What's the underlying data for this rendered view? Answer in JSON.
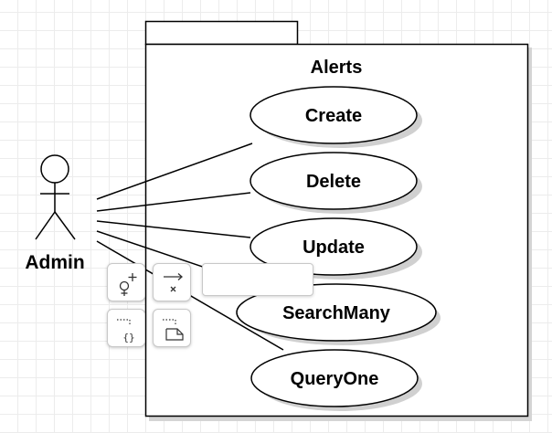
{
  "package": {
    "title": "Alerts"
  },
  "actor": {
    "name": "Admin"
  },
  "use_cases": [
    {
      "label": "Create"
    },
    {
      "label": "Delete"
    },
    {
      "label": "Update"
    },
    {
      "label": "SearchMany"
    },
    {
      "label": "QueryOne"
    }
  ],
  "toolbar": {
    "buttons": [
      {
        "icon": "add-actor-icon"
      },
      {
        "icon": "delete-edge-icon"
      },
      {
        "icon": "insert-shape-icon"
      },
      {
        "icon": "add-note-icon"
      }
    ],
    "name_field_value": ""
  },
  "colors": {
    "stroke": "#000000",
    "fill": "#ffffff",
    "shadow": "#c8c8c8",
    "grid": "#ececec"
  }
}
